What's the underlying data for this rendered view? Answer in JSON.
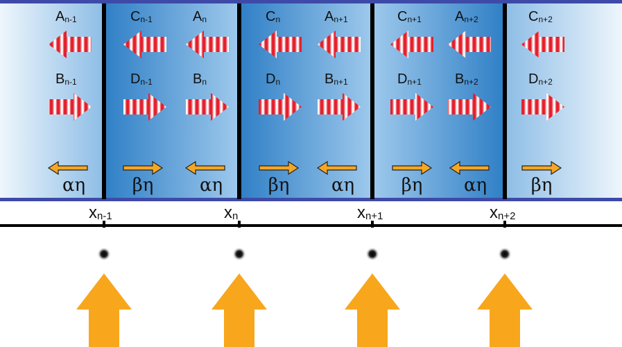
{
  "diagram": {
    "wave_labels": [
      {
        "base": "A",
        "sub": "n-1",
        "row": "top",
        "dir": "left"
      },
      {
        "base": "B",
        "sub": "n-1",
        "row": "bottom",
        "dir": "right"
      },
      {
        "base": "C",
        "sub": "n-1",
        "row": "top",
        "dir": "left"
      },
      {
        "base": "D",
        "sub": "n-1",
        "row": "bottom",
        "dir": "right"
      },
      {
        "base": "A",
        "sub": "n",
        "row": "top",
        "dir": "left"
      },
      {
        "base": "B",
        "sub": "n",
        "row": "bottom",
        "dir": "right"
      },
      {
        "base": "C",
        "sub": "n",
        "row": "top",
        "dir": "left"
      },
      {
        "base": "D",
        "sub": "n",
        "row": "bottom",
        "dir": "right"
      },
      {
        "base": "A",
        "sub": "n+1",
        "row": "top",
        "dir": "left"
      },
      {
        "base": "B",
        "sub": "n+1",
        "row": "bottom",
        "dir": "right"
      },
      {
        "base": "C",
        "sub": "n+1",
        "row": "top",
        "dir": "left"
      },
      {
        "base": "D",
        "sub": "n+1",
        "row": "bottom",
        "dir": "right"
      },
      {
        "base": "A",
        "sub": "n+2",
        "row": "top",
        "dir": "left"
      },
      {
        "base": "B",
        "sub": "n+2",
        "row": "bottom",
        "dir": "right"
      },
      {
        "base": "C",
        "sub": "n+2",
        "row": "top",
        "dir": "left"
      },
      {
        "base": "D",
        "sub": "n+2",
        "row": "bottom",
        "dir": "right"
      }
    ],
    "coupling_labels": [
      {
        "text": "αη",
        "dir": "left"
      },
      {
        "text": "βη",
        "dir": "right"
      },
      {
        "text": "αη",
        "dir": "left"
      },
      {
        "text": "βη",
        "dir": "right"
      },
      {
        "text": "αη",
        "dir": "left"
      },
      {
        "text": "βη",
        "dir": "right"
      },
      {
        "text": "αη",
        "dir": "left"
      },
      {
        "text": "βη",
        "dir": "right"
      }
    ],
    "positions": [
      {
        "base": "x",
        "sub": "n-1"
      },
      {
        "base": "x",
        "sub": "n"
      },
      {
        "base": "x",
        "sub": "n+1"
      },
      {
        "base": "x",
        "sub": "n+2"
      }
    ],
    "colors": {
      "band_edge": "#3e4aa8",
      "blue_dark": "#2f7fc6",
      "blue_light": "#eef6fc",
      "wave_red": "#e41e2b",
      "coupling_orange": "#f5a623",
      "source_orange": "#f8a61c",
      "barrier": "#000000"
    }
  }
}
